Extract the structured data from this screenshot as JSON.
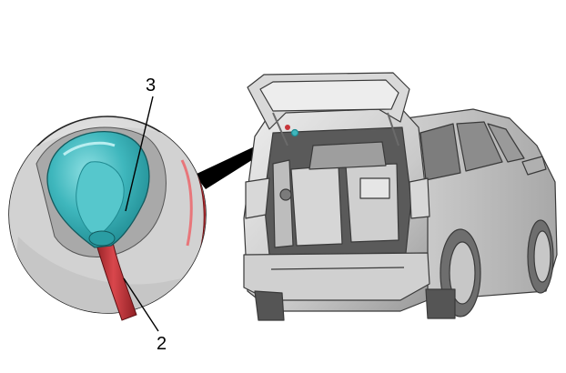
{
  "callouts": [
    {
      "id": "3",
      "label": "3"
    },
    {
      "id": "2",
      "label": "2"
    }
  ],
  "colors": {
    "grommet": "#3fb7bd",
    "grommet_dark": "#1f8a91",
    "hose": "#c8353a",
    "hose_dark": "#8f1f24",
    "body_light": "#e4e4e4",
    "body_mid": "#bdbdbd",
    "body_dark": "#8a8a8a",
    "outline": "#333333"
  },
  "icons": [
    "zoom-detail-circle",
    "station-wagon-rear-view",
    "washer-hose-grommet"
  ]
}
